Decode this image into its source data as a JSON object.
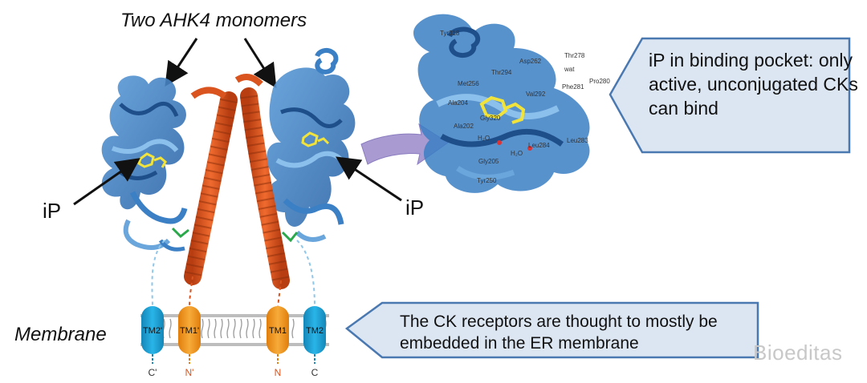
{
  "title": "Two AHK4 monomers",
  "labels": {
    "ip_left": "iP",
    "ip_right": "iP",
    "membrane": "Membrane"
  },
  "callouts": {
    "binding_pocket": "iP in binding pocket: only active, unconjugated CKs can bind",
    "receptor_location": "The CK receptors are thought to mostly be embedded in the ER membrane"
  },
  "binding_pocket_residues": {
    "tyr318": "Tyr318",
    "thr278": "Thr278",
    "asp262": "Asp262",
    "thr294": "Thr294",
    "met256": "Met256",
    "val292": "Val292",
    "phe281": "Phe281",
    "pro280": "Pro280",
    "ala204": "Ala204",
    "gly320": "Gly320",
    "ala202": "Ala202",
    "leu284": "Leu284",
    "leu283": "Leu283",
    "water1": "H₂O",
    "water2": "H₂O",
    "gly205": "Gly205",
    "tyr250": "Tyr250",
    "wat": "wat"
  },
  "membrane_segments": {
    "tm2_prime": "TM2'",
    "tm1_prime": "TM1'",
    "tm1": "TM1",
    "tm2": "TM2",
    "c_prime": "C'",
    "n_prime": "N'",
    "n": "N",
    "c": "C"
  },
  "colors": {
    "protein_blue": "#3b7fc4",
    "helix_orange": "#d9541e",
    "ligand_yellow": "#f2e33a",
    "callout_fill": "#dce6f2",
    "callout_stroke": "#4a78b0",
    "tm2_fill": "#1aa6d8",
    "tm1_fill": "#f39a1c",
    "arrow_purple": "#a99bd1",
    "watermark": "#c8c8c8"
  },
  "watermark": "Bioeditas"
}
